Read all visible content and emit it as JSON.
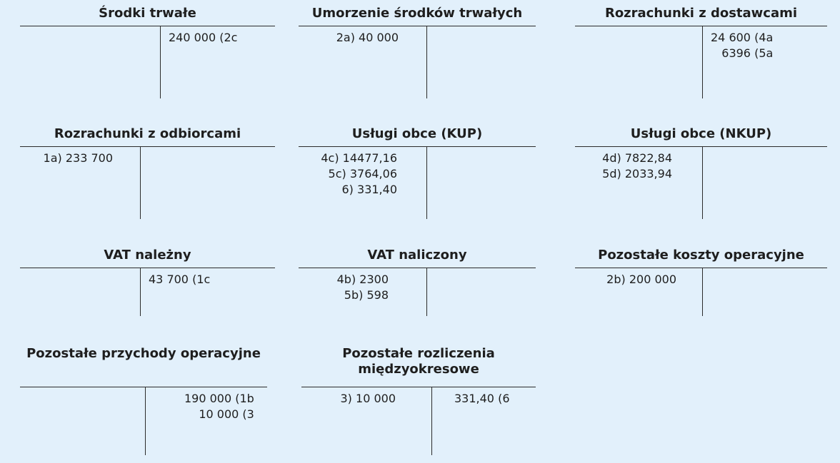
{
  "accounts": [
    {
      "title": "Środki trwałe",
      "debit": [],
      "credit": [
        "240 000  (2c"
      ]
    },
    {
      "title": "Umorzenie środków trwałych",
      "debit": [
        "2a)  40 000"
      ],
      "credit": []
    },
    {
      "title": "Rozrachunki z dostawcami",
      "debit": [],
      "credit": [
        "24 600 (4a",
        "6396 (5a"
      ]
    },
    {
      "title": "Rozrachunki z odbiorcami",
      "debit": [
        "1a) 233 700"
      ],
      "credit": []
    },
    {
      "title": "Usługi obce (KUP)",
      "debit": [
        "4c) 14477,16",
        "5c) 3764,06",
        "6) 331,40"
      ],
      "credit": []
    },
    {
      "title": "Usługi obce (NKUP)",
      "debit": [
        "4d) 7822,84",
        "5d) 2033,94"
      ],
      "credit": []
    },
    {
      "title": "VAT należny",
      "debit": [],
      "credit": [
        "43 700 (1c"
      ]
    },
    {
      "title": "VAT naliczony",
      "debit": [
        "4b) 2300",
        "5b) 598"
      ],
      "credit": []
    },
    {
      "title": "Pozostałe koszty operacyjne",
      "debit": [
        "2b) 200 000"
      ],
      "credit": []
    },
    {
      "title": "Pozostałe przychody operacyjne",
      "debit": [],
      "credit": [
        "190 000 (1b",
        "10 000 (3"
      ]
    },
    {
      "title": "Pozostałe rozliczenia\nmiędzyokresowe",
      "debit": [
        "3) 10 000"
      ],
      "credit": [
        "331,40  (6"
      ]
    }
  ]
}
